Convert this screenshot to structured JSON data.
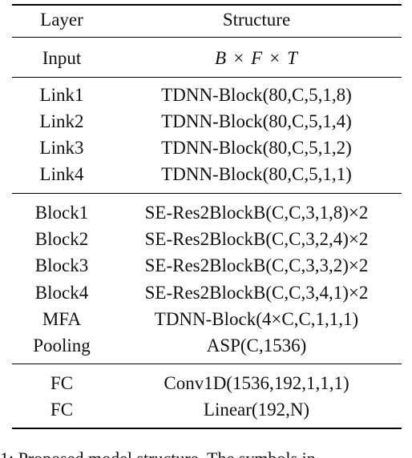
{
  "table": {
    "header": {
      "layer": "Layer",
      "structure": "Structure"
    },
    "input_row": {
      "layer": "Input",
      "structure": "B × F × T"
    },
    "groups": [
      {
        "rows": [
          {
            "layer": "Link1",
            "structure": "TDNN-Block(80,C,5,1,8)"
          },
          {
            "layer": "Link2",
            "structure": "TDNN-Block(80,C,5,1,4)"
          },
          {
            "layer": "Link3",
            "structure": "TDNN-Block(80,C,5,1,2)"
          },
          {
            "layer": "Link4",
            "structure": "TDNN-Block(80,C,5,1,1)"
          }
        ]
      },
      {
        "rows": [
          {
            "layer": "Block1",
            "structure": "SE-Res2BlockB(C,C,3,1,8)×2"
          },
          {
            "layer": "Block2",
            "structure": "SE-Res2BlockB(C,C,3,2,4)×2"
          },
          {
            "layer": "Block3",
            "structure": "SE-Res2BlockB(C,C,3,3,2)×2"
          },
          {
            "layer": "Block4",
            "structure": "SE-Res2BlockB(C,C,3,4,1)×2"
          },
          {
            "layer": "MFA",
            "structure": "TDNN-Block(4×C,C,1,1,1)"
          },
          {
            "layer": "Pooling",
            "structure": "ASP(C,1536)"
          }
        ]
      },
      {
        "rows": [
          {
            "layer": "FC",
            "structure": "Conv1D(1536,192,1,1,1)"
          },
          {
            "layer": "FC",
            "structure": "Linear(192,N)"
          }
        ]
      }
    ]
  },
  "caption": {
    "text": "1: Proposed model structure. The symbols in"
  }
}
